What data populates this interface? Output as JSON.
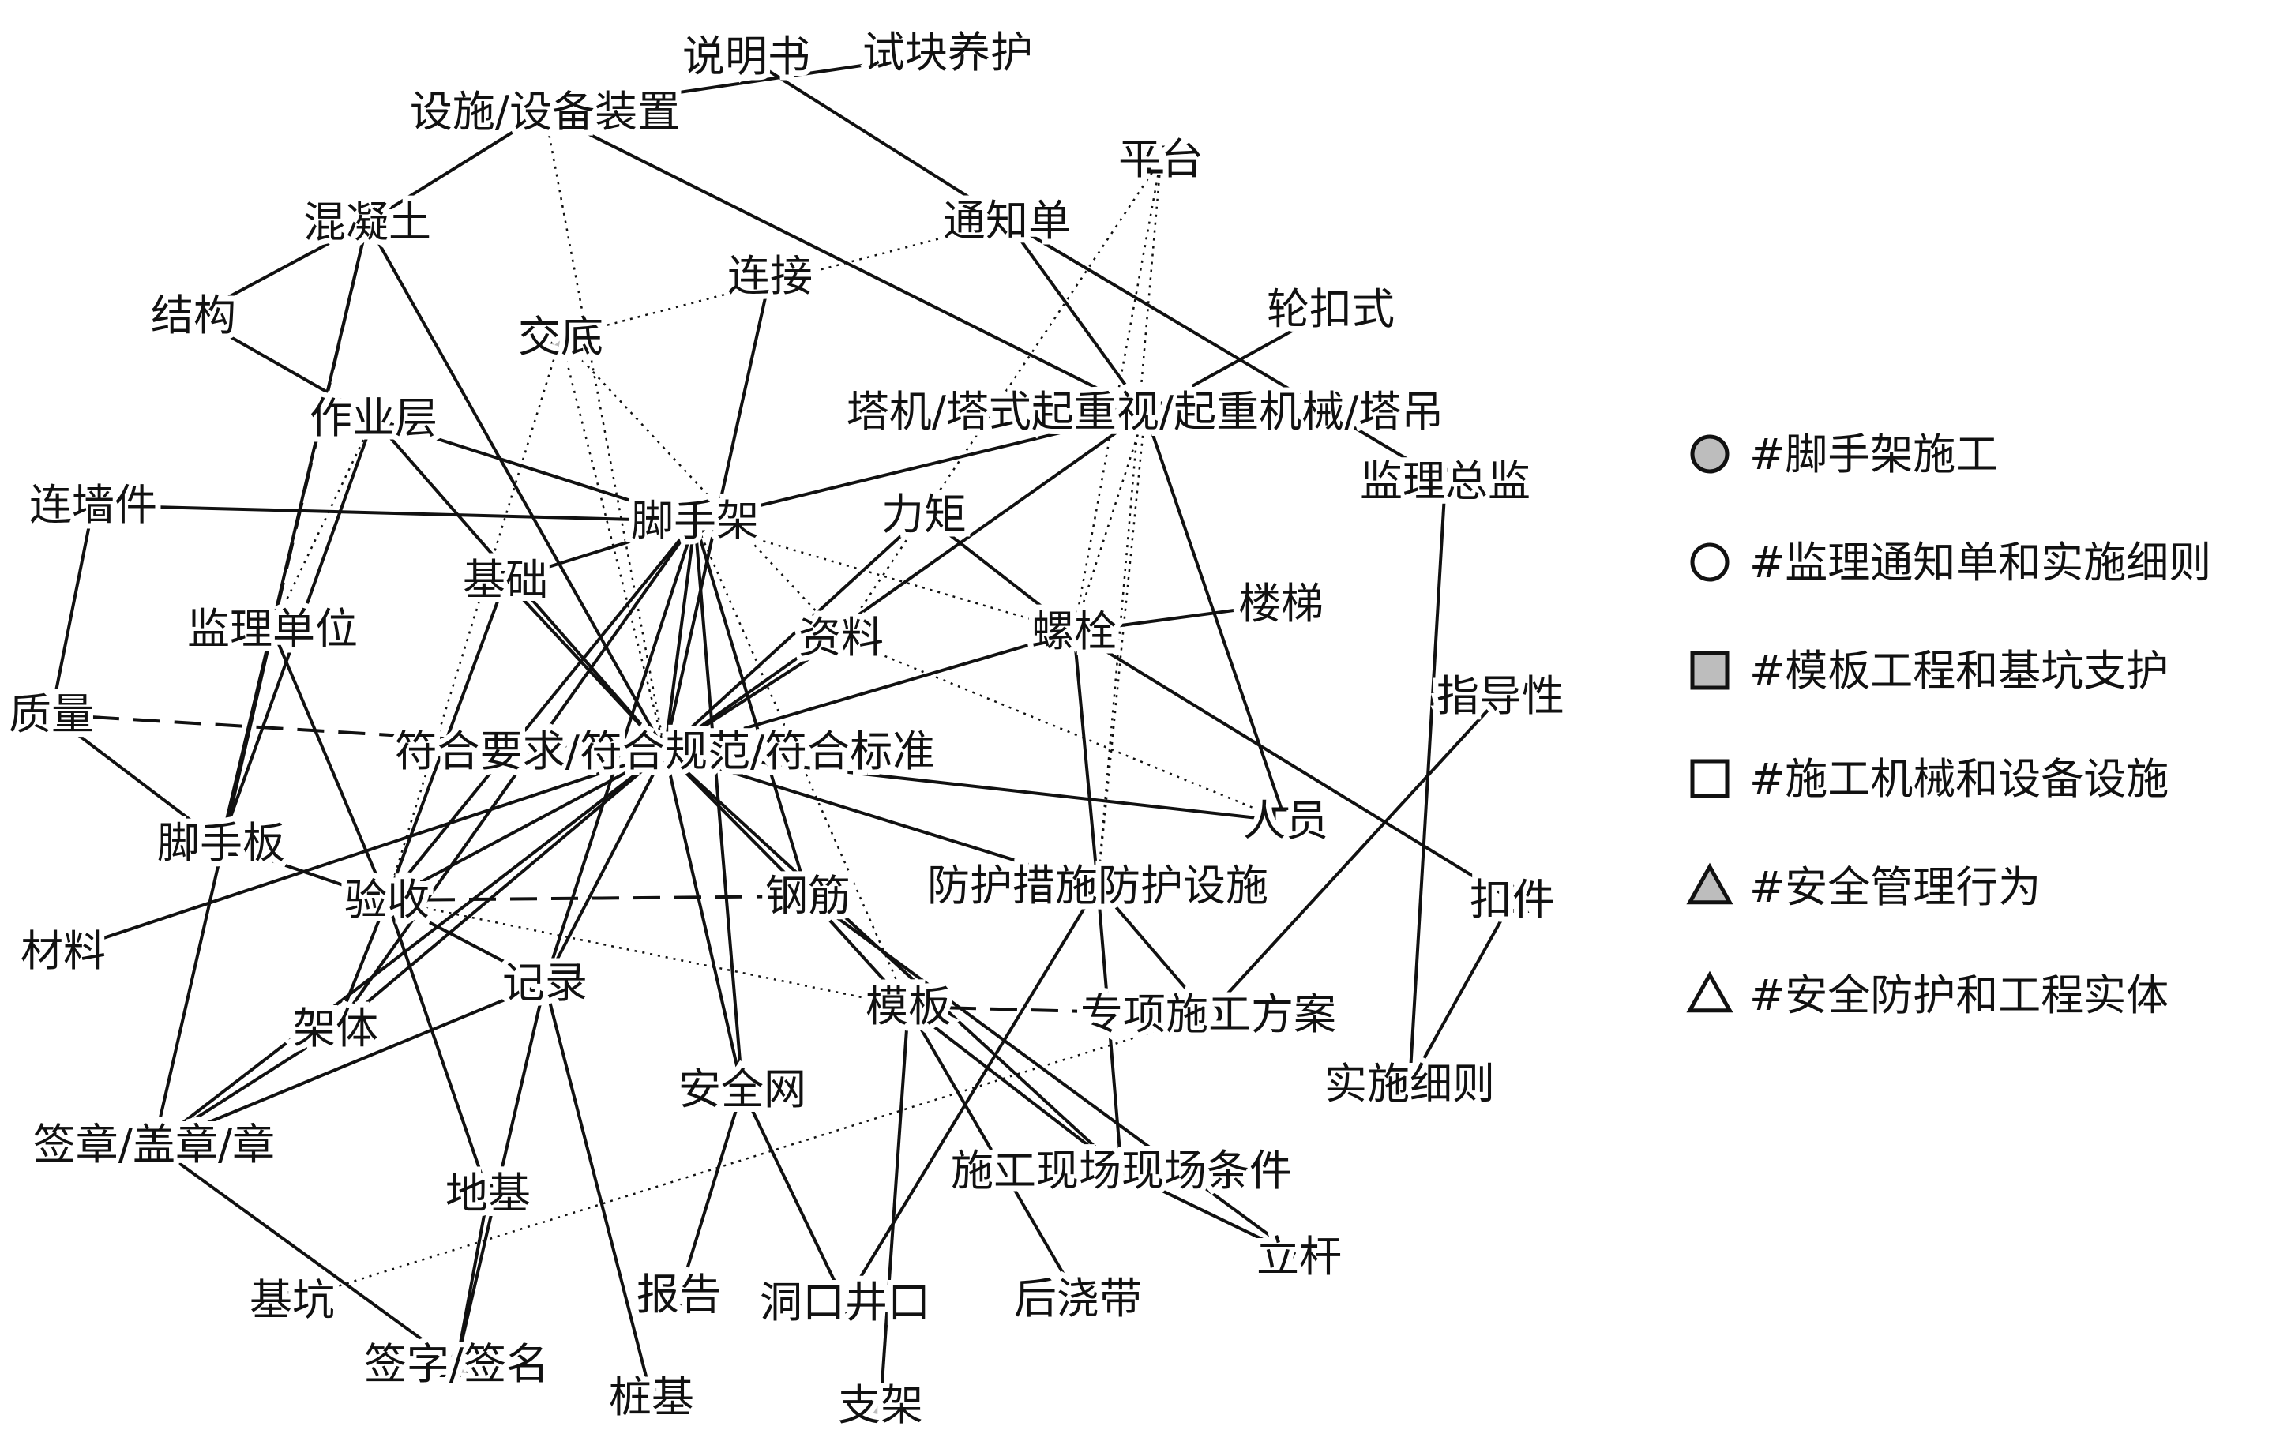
{
  "nodes": [
    {
      "id": "smds",
      "label": "说明书",
      "marker": "circle-open"
    },
    {
      "id": "sksh",
      "label": "试块养护",
      "marker": "triangle-gray"
    },
    {
      "id": "ssbz",
      "label": "设施/设备装置",
      "marker": "square-open"
    },
    {
      "id": "pt",
      "label": "平台",
      "marker": "square-open"
    },
    {
      "id": "hnt",
      "label": "混凝土",
      "marker": "triangle-open"
    },
    {
      "id": "tzd",
      "label": "通知单",
      "marker": "circle-open"
    },
    {
      "id": "jg",
      "label": "结构",
      "marker": "triangle-open"
    },
    {
      "id": "lj",
      "label": "连接",
      "marker": "triangle-gray"
    },
    {
      "id": "jd",
      "label": "交底",
      "marker": "triangle-gray"
    },
    {
      "id": "lks",
      "label": "轮扣式",
      "marker": "square-open"
    },
    {
      "id": "zyc",
      "label": "作业层",
      "marker": "triangle-gray"
    },
    {
      "id": "tj",
      "label": "塔机/塔式起重视/起重机械/塔吊",
      "marker": "square-open"
    },
    {
      "id": "lqj",
      "label": "连墙件",
      "marker": "triangle-open"
    },
    {
      "id": "jsj",
      "label": "脚手架",
      "marker": "circle-gray"
    },
    {
      "id": "lju",
      "label": "力矩",
      "marker": "triangle-open"
    },
    {
      "id": "jlzj",
      "label": "监理总监",
      "marker": "circle-open"
    },
    {
      "id": "jc",
      "label": "基础",
      "marker": "triangle-gray"
    },
    {
      "id": "lt",
      "label": "楼梯",
      "marker": "triangle-open"
    },
    {
      "id": "jldw",
      "label": "监理单位",
      "marker": "circle-gray"
    },
    {
      "id": "zl",
      "label": "资料",
      "marker": "triangle-gray"
    },
    {
      "id": "ls",
      "label": "螺栓",
      "marker": "triangle-open"
    },
    {
      "id": "zdx",
      "label": "指导性",
      "marker": "square-gray"
    },
    {
      "id": "zll",
      "label": "质量",
      "marker": "triangle-open"
    },
    {
      "id": "fhyq",
      "label": "符合要求/符合规范/符合标准",
      "marker": "square-open"
    },
    {
      "id": "ry",
      "label": "人员",
      "marker": "square-open"
    },
    {
      "id": "jsb",
      "label": "脚手板",
      "marker": "triangle-gray"
    },
    {
      "id": "ys",
      "label": "验收",
      "marker": "triangle-gray"
    },
    {
      "id": "gj",
      "label": "钢筋",
      "marker": "triangle-open"
    },
    {
      "id": "fhcs",
      "label": "防护措施防护设施",
      "marker": "triangle-open"
    },
    {
      "id": "kj",
      "label": "扣件",
      "marker": "triangle-open"
    },
    {
      "id": "cl",
      "label": "材料",
      "marker": "triangle-gray"
    },
    {
      "id": "jl",
      "label": "记录",
      "marker": "triangle-gray"
    },
    {
      "id": "mb",
      "label": "模板",
      "marker": "square-gray"
    },
    {
      "id": "zxsg",
      "label": "专项施工方案",
      "marker": "circle-open"
    },
    {
      "id": "jt",
      "label": "架体",
      "marker": "circle-open"
    },
    {
      "id": "ssxz",
      "label": "实施细则",
      "marker": "circle-open"
    },
    {
      "id": "aqw",
      "label": "安全网",
      "marker": "circle-open"
    },
    {
      "id": "qz",
      "label": "签章/盖章/章",
      "marker": "triangle-gray"
    },
    {
      "id": "sgxc",
      "label": "施工现场现场条件",
      "marker": "triangle-gray"
    },
    {
      "id": "dj",
      "label": "地基",
      "marker": "triangle-gray"
    },
    {
      "id": "lg",
      "label": "立杆",
      "marker": "triangle-open"
    },
    {
      "id": "jk",
      "label": "基坑",
      "marker": "square-gray"
    },
    {
      "id": "bg",
      "label": "报告",
      "marker": "circle-open"
    },
    {
      "id": "dkjk",
      "label": "洞口井口",
      "marker": "triangle-open"
    },
    {
      "id": "hjd",
      "label": "后浇带",
      "marker": "triangle-gray"
    },
    {
      "id": "qzm",
      "label": "签字/签名",
      "marker": "triangle-gray"
    },
    {
      "id": "zj",
      "label": "桩基",
      "marker": "square-gray"
    },
    {
      "id": "zjia",
      "label": "支架",
      "marker": "square-gray"
    }
  ],
  "edges": [
    {
      "s": "smds",
      "t": "tzd",
      "k": "solid"
    },
    {
      "s": "sksh",
      "t": "ssbz",
      "k": "solid"
    },
    {
      "s": "ssbz",
      "t": "hnt",
      "k": "solid"
    },
    {
      "s": "ssbz",
      "t": "tj",
      "k": "solid"
    },
    {
      "s": "ssbz",
      "t": "fhyq",
      "k": "dotted"
    },
    {
      "s": "hnt",
      "t": "jg",
      "k": "solid"
    },
    {
      "s": "hnt",
      "t": "jldw",
      "k": "dashed"
    },
    {
      "s": "hnt",
      "t": "fhyq",
      "k": "solid"
    },
    {
      "s": "hnt",
      "t": "jsb",
      "k": "solid"
    },
    {
      "s": "tzd",
      "t": "tj",
      "k": "solid"
    },
    {
      "s": "tzd",
      "t": "jlzj",
      "k": "solid"
    },
    {
      "s": "tzd",
      "t": "jd",
      "k": "dotted"
    },
    {
      "s": "pt",
      "t": "ls",
      "k": "dotted"
    },
    {
      "s": "pt",
      "t": "fhcs",
      "k": "dotted"
    },
    {
      "s": "pt",
      "t": "zl",
      "k": "dotted"
    },
    {
      "s": "lks",
      "t": "tj",
      "k": "solid"
    },
    {
      "s": "jg",
      "t": "zyc",
      "k": "solid"
    },
    {
      "s": "lj",
      "t": "fhyq",
      "k": "solid"
    },
    {
      "s": "jd",
      "t": "fhyq",
      "k": "dotted"
    },
    {
      "s": "jd",
      "t": "zl",
      "k": "dotted"
    },
    {
      "s": "jd",
      "t": "ys",
      "k": "dotted"
    },
    {
      "s": "zyc",
      "t": "jsj",
      "k": "solid"
    },
    {
      "s": "zyc",
      "t": "jsb",
      "k": "solid"
    },
    {
      "s": "zyc",
      "t": "fhyq",
      "k": "solid"
    },
    {
      "s": "zyc",
      "t": "jldw",
      "k": "dotted"
    },
    {
      "s": "tj",
      "t": "jsj",
      "k": "solid"
    },
    {
      "s": "tj",
      "t": "ls",
      "k": "dotted"
    },
    {
      "s": "tj",
      "t": "ry",
      "k": "solid"
    },
    {
      "s": "tj",
      "t": "fhyq",
      "k": "solid"
    },
    {
      "s": "tj",
      "t": "fhcs",
      "k": "dotted"
    },
    {
      "s": "lqj",
      "t": "jsj",
      "k": "solid"
    },
    {
      "s": "lqj",
      "t": "zll",
      "k": "solid"
    },
    {
      "s": "jsj",
      "t": "jc",
      "k": "solid"
    },
    {
      "s": "jsj",
      "t": "fhyq",
      "k": "solid"
    },
    {
      "s": "jsj",
      "t": "ls",
      "k": "dotted"
    },
    {
      "s": "jsj",
      "t": "ys",
      "k": "solid"
    },
    {
      "s": "jsj",
      "t": "jl",
      "k": "solid"
    },
    {
      "s": "jsj",
      "t": "aqw",
      "k": "solid"
    },
    {
      "s": "jsj",
      "t": "gj",
      "k": "solid"
    },
    {
      "s": "jsj",
      "t": "jt",
      "k": "solid"
    },
    {
      "s": "jsj",
      "t": "mb",
      "k": "dotted"
    },
    {
      "s": "lju",
      "t": "ls",
      "k": "solid"
    },
    {
      "s": "lju",
      "t": "fhyq",
      "k": "solid"
    },
    {
      "s": "jlzj",
      "t": "ssxz",
      "k": "solid"
    },
    {
      "s": "jc",
      "t": "fhyq",
      "k": "solid"
    },
    {
      "s": "jc",
      "t": "ys",
      "k": "solid"
    },
    {
      "s": "lt",
      "t": "ls",
      "k": "solid"
    },
    {
      "s": "jldw",
      "t": "qz",
      "k": "solid"
    },
    {
      "s": "jldw",
      "t": "jsb",
      "k": "solid"
    },
    {
      "s": "jldw",
      "t": "ys",
      "k": "solid"
    },
    {
      "s": "zl",
      "t": "fhyq",
      "k": "solid"
    },
    {
      "s": "zl",
      "t": "ry",
      "k": "dotted"
    },
    {
      "s": "ls",
      "t": "kj",
      "k": "solid"
    },
    {
      "s": "ls",
      "t": "fhyq",
      "k": "solid"
    },
    {
      "s": "ls",
      "t": "fhcs",
      "k": "solid"
    },
    {
      "s": "zdx",
      "t": "zxsg",
      "k": "solid"
    },
    {
      "s": "zll",
      "t": "fhyq",
      "k": "dashed"
    },
    {
      "s": "zll",
      "t": "jsb",
      "k": "solid"
    },
    {
      "s": "fhyq",
      "t": "ys",
      "k": "solid"
    },
    {
      "s": "fhyq",
      "t": "aqw",
      "k": "solid"
    },
    {
      "s": "fhyq",
      "t": "fhcs",
      "k": "solid"
    },
    {
      "s": "fhyq",
      "t": "ry",
      "k": "solid"
    },
    {
      "s": "fhyq",
      "t": "cl",
      "k": "solid"
    },
    {
      "s": "fhyq",
      "t": "jl",
      "k": "solid"
    },
    {
      "s": "fhyq",
      "t": "qz",
      "k": "solid"
    },
    {
      "s": "fhyq",
      "t": "jt",
      "k": "solid"
    },
    {
      "s": "fhyq",
      "t": "gj",
      "k": "solid"
    },
    {
      "s": "fhyq",
      "t": "sgxc",
      "k": "solid"
    },
    {
      "s": "jsb",
      "t": "ys",
      "k": "solid"
    },
    {
      "s": "ys",
      "t": "gj",
      "k": "dashed"
    },
    {
      "s": "ys",
      "t": "jl",
      "k": "solid"
    },
    {
      "s": "ys",
      "t": "dj",
      "k": "solid"
    },
    {
      "s": "ys",
      "t": "mb",
      "k": "dotted"
    },
    {
      "s": "ys",
      "t": "jt",
      "k": "solid"
    },
    {
      "s": "gj",
      "t": "mb",
      "k": "solid"
    },
    {
      "s": "gj",
      "t": "lg",
      "k": "solid"
    },
    {
      "s": "fhcs",
      "t": "dkjk",
      "k": "solid"
    },
    {
      "s": "fhcs",
      "t": "zxsg",
      "k": "solid"
    },
    {
      "s": "fhcs",
      "t": "sgxc",
      "k": "solid"
    },
    {
      "s": "kj",
      "t": "ssxz",
      "k": "solid"
    },
    {
      "s": "jl",
      "t": "qz",
      "k": "solid"
    },
    {
      "s": "jl",
      "t": "zj",
      "k": "solid"
    },
    {
      "s": "jl",
      "t": "qzm",
      "k": "solid"
    },
    {
      "s": "mb",
      "t": "zxsg",
      "k": "dashed"
    },
    {
      "s": "mb",
      "t": "hjd",
      "k": "solid"
    },
    {
      "s": "mb",
      "t": "zjia",
      "k": "solid"
    },
    {
      "s": "mb",
      "t": "sgxc",
      "k": "solid"
    },
    {
      "s": "zxsg",
      "t": "jk",
      "k": "dotted"
    },
    {
      "s": "aqw",
      "t": "bg",
      "k": "solid"
    },
    {
      "s": "aqw",
      "t": "dkjk",
      "k": "solid"
    },
    {
      "s": "qz",
      "t": "qzm",
      "k": "solid"
    },
    {
      "s": "qz",
      "t": "jt",
      "k": "solid"
    },
    {
      "s": "sgxc",
      "t": "lg",
      "k": "solid"
    },
    {
      "s": "dj",
      "t": "qzm",
      "k": "solid"
    }
  ],
  "legend": [
    {
      "marker": "circle-gray",
      "label": "#脚手架施工"
    },
    {
      "marker": "circle-open",
      "label": "#监理通知单和实施细则"
    },
    {
      "marker": "square-gray",
      "label": "#模板工程和基坑支护"
    },
    {
      "marker": "square-open",
      "label": "#施工机械和设备设施"
    },
    {
      "marker": "triangle-gray",
      "label": "#安全管理行为"
    },
    {
      "marker": "triangle-open",
      "label": "#安全防护和工程实体"
    }
  ],
  "colors": {
    "ink": "#111111",
    "marker_gray": "#bdbdbd",
    "paper": "#ffffff"
  }
}
